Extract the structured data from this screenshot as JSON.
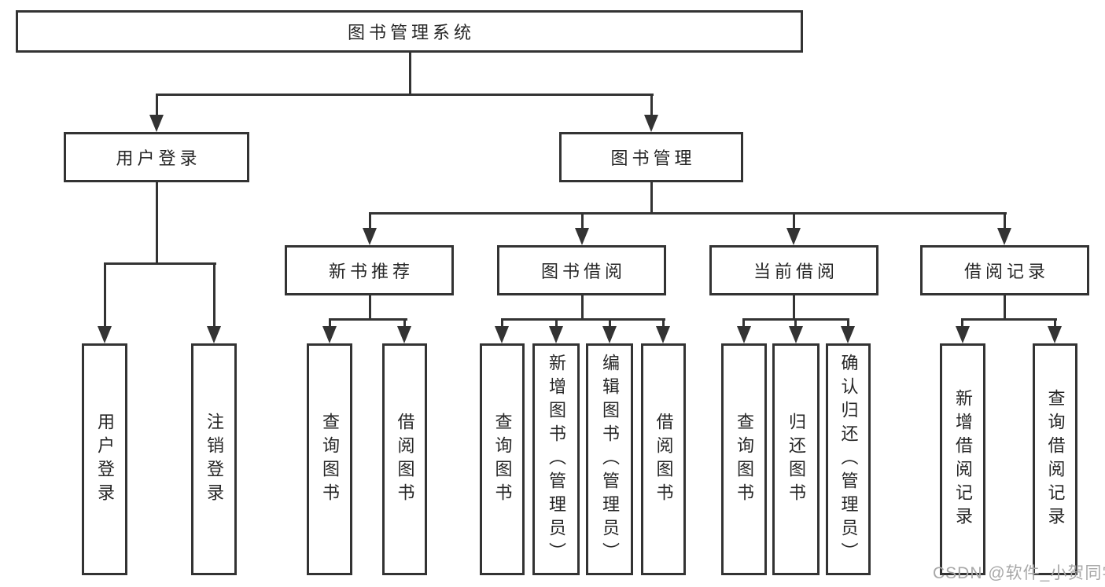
{
  "diagram": {
    "type": "hierarchy-tree",
    "colors": {
      "line": "#333333",
      "text": "#262626",
      "box_bg": "#ffffff",
      "watermark": "#a8a8a8"
    },
    "nodes": {
      "root": "图书管理系统",
      "user_login": "用户登录",
      "book_mgmt": "图书管理",
      "new_book_rec": "新书推荐",
      "book_borrow": "图书借阅",
      "current_borrow": "当前借阅",
      "borrow_records": "借阅记录",
      "leaf_user_login": "用户登录",
      "leaf_logout": "注销登录",
      "leaf_query_book_a": "查询图书",
      "leaf_borrow_book_a": "借阅图书",
      "leaf_query_book_b": "查询图书",
      "leaf_add_book": "新增图书（管理员）",
      "leaf_edit_book": "编辑图书（管理员）",
      "leaf_borrow_book_b": "借阅图书",
      "leaf_query_book_c": "查询图书",
      "leaf_return_book": "归还图书",
      "leaf_confirm_return": "确认归还（管理员）",
      "leaf_add_record": "新增借阅记录",
      "leaf_query_record": "查询借阅记录"
    },
    "edges": [
      [
        "图书管理系统",
        "用户登录"
      ],
      [
        "图书管理系统",
        "图书管理"
      ],
      [
        "用户登录",
        "用户登录(叶)"
      ],
      [
        "用户登录",
        "注销登录"
      ],
      [
        "图书管理",
        "新书推荐"
      ],
      [
        "图书管理",
        "图书借阅"
      ],
      [
        "图书管理",
        "当前借阅"
      ],
      [
        "图书管理",
        "借阅记录"
      ],
      [
        "新书推荐",
        "查询图书"
      ],
      [
        "新书推荐",
        "借阅图书"
      ],
      [
        "图书借阅",
        "查询图书"
      ],
      [
        "图书借阅",
        "新增图书（管理员）"
      ],
      [
        "图书借阅",
        "编辑图书（管理员）"
      ],
      [
        "图书借阅",
        "借阅图书"
      ],
      [
        "当前借阅",
        "查询图书"
      ],
      [
        "当前借阅",
        "归还图书"
      ],
      [
        "当前借阅",
        "确认归还（管理员）"
      ],
      [
        "借阅记录",
        "新增借阅记录"
      ],
      [
        "借阅记录",
        "查询借阅记录"
      ]
    ]
  },
  "watermark": {
    "text": "CSDN @软件_小贺同学"
  }
}
